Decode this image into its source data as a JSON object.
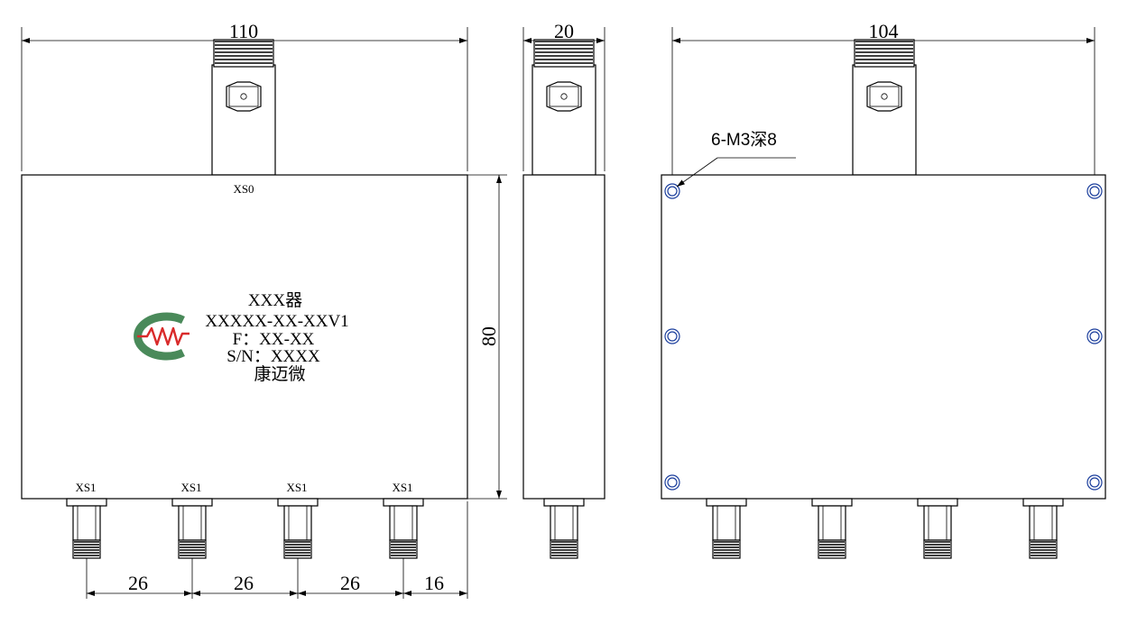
{
  "dimensions": {
    "front_width": "110",
    "side_width": "20",
    "rear_width": "104",
    "height": "80",
    "pitch_1": "26",
    "pitch_2": "26",
    "pitch_3": "26",
    "edge_offset": "16"
  },
  "ports": {
    "input": "XS0",
    "outputs": [
      "XS1",
      "XS1",
      "XS1",
      "XS1"
    ]
  },
  "nameplate": {
    "name": "XXX器",
    "model": "XXXXX-XX-XXV1",
    "frequency": "F：XX-XX",
    "serial": "S/N：XXXX",
    "maker": "康迈微"
  },
  "callout": {
    "text": "6-M3深8"
  },
  "colors": {
    "line": "#000000",
    "hole": "#1a3d9c",
    "logo_ring": "#4a8a5a",
    "logo_mark": "#d92b2b"
  }
}
